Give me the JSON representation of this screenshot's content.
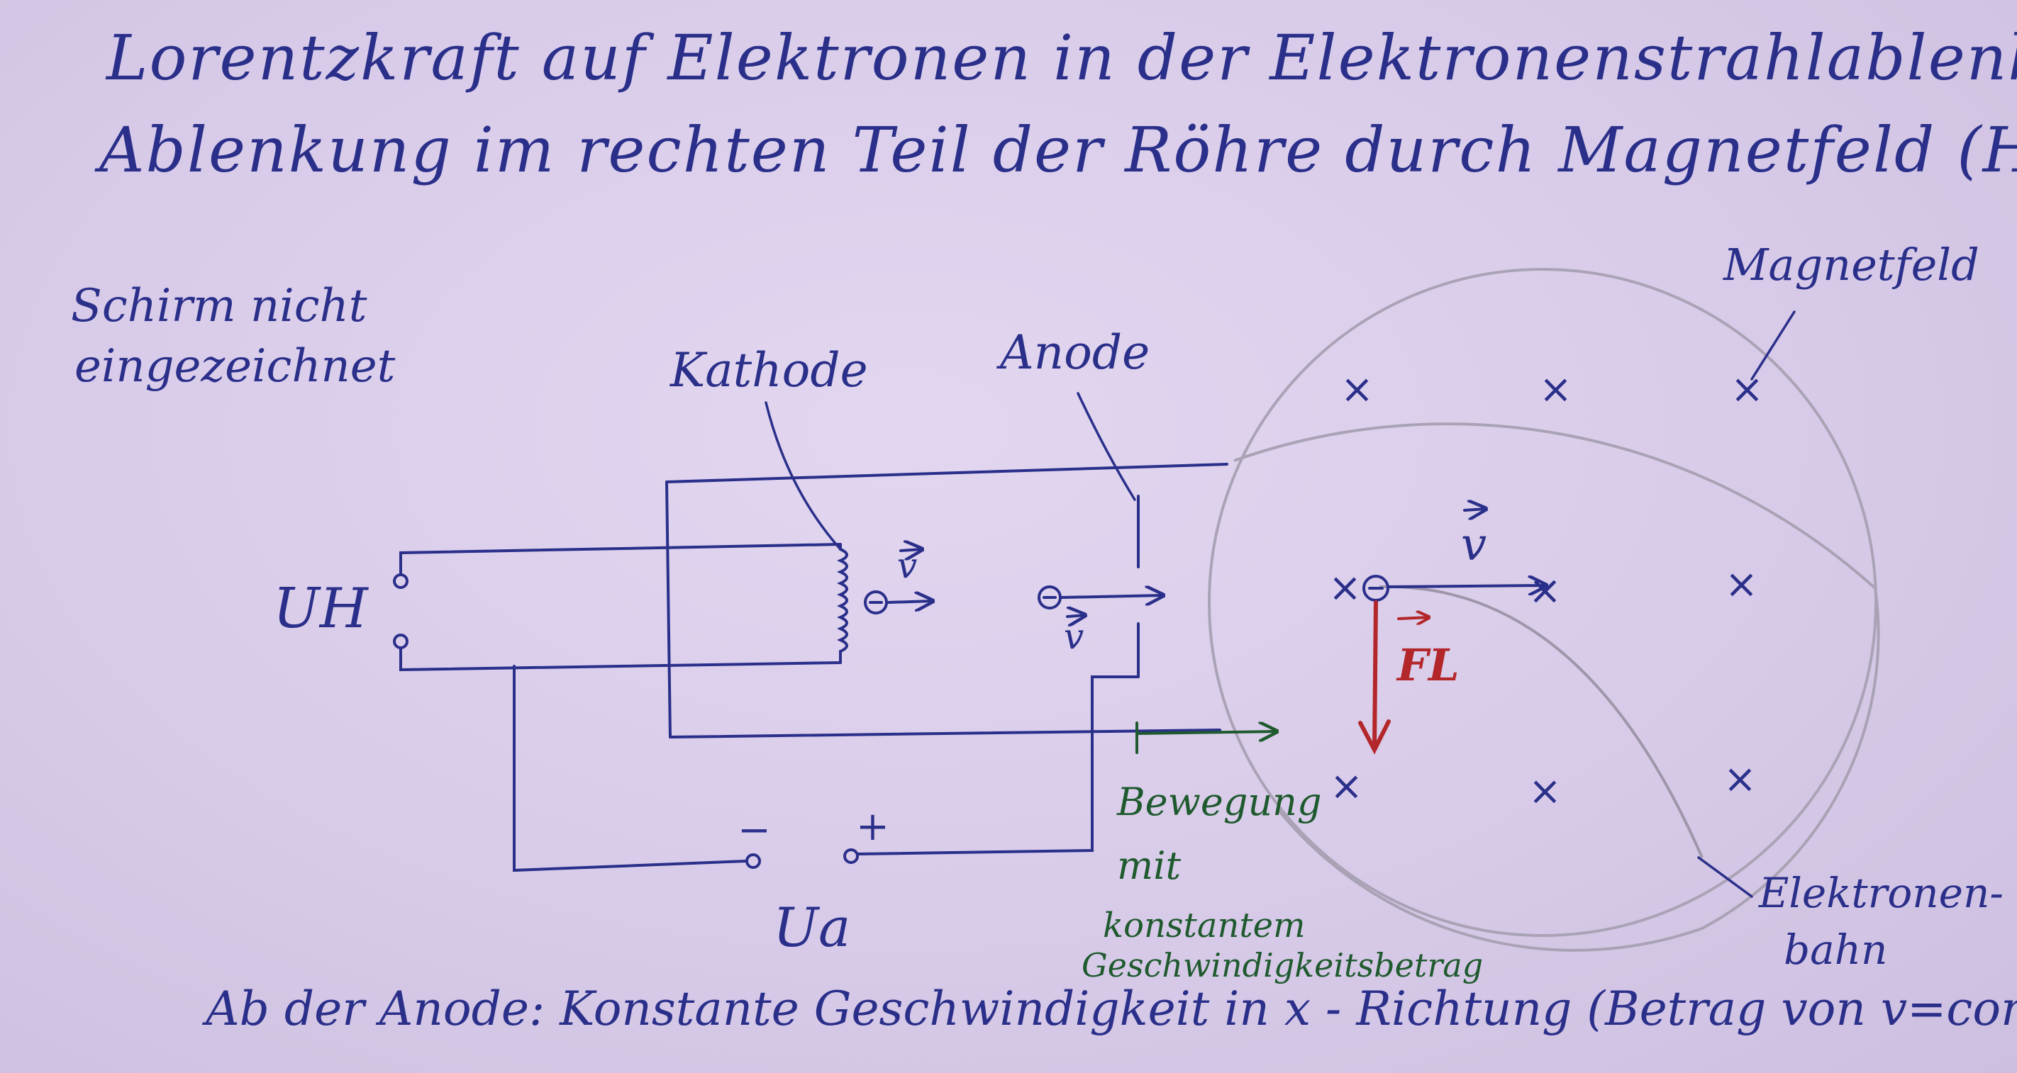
{
  "title_line1": "Lorentzkraft auf Elektronen in der Elektronenstrahlablenkröhre",
  "title_line2": "Ablenkung im rechten Teil der Röhre durch Magnetfeld (Helmholtz-Spulenpaar)",
  "screen_note_line1": "Schirm nicht",
  "screen_note_line2": "eingezeichnet",
  "label_cathode": "Kathode",
  "label_anode": "Anode",
  "label_magnetfeld": "Magnetfeld",
  "label_uh": "UH",
  "label_ua": "Ua",
  "label_minus": "−",
  "label_plus": "+",
  "label_v": "v",
  "label_fl": "FL",
  "electron_symbol": "⊖",
  "field_symbol": "×",
  "motion_line1": "Bewegung",
  "motion_line2": "mit",
  "motion_line3": "konstantem",
  "motion_line4": "Geschwindigkeitsbetrag",
  "electron_path_line1": "Elektronen-",
  "electron_path_line2": "bahn",
  "bottom_text": "Ab der Anode: Konstante Geschwindigkeit in x - Richtung (Betrag von v=const)",
  "colors": {
    "ink_blue": "#2a2f8a",
    "ink_red": "#b3262a",
    "ink_green": "#1f5a2e",
    "pencil": "#a9a2b4",
    "background": "#dccfeb"
  }
}
